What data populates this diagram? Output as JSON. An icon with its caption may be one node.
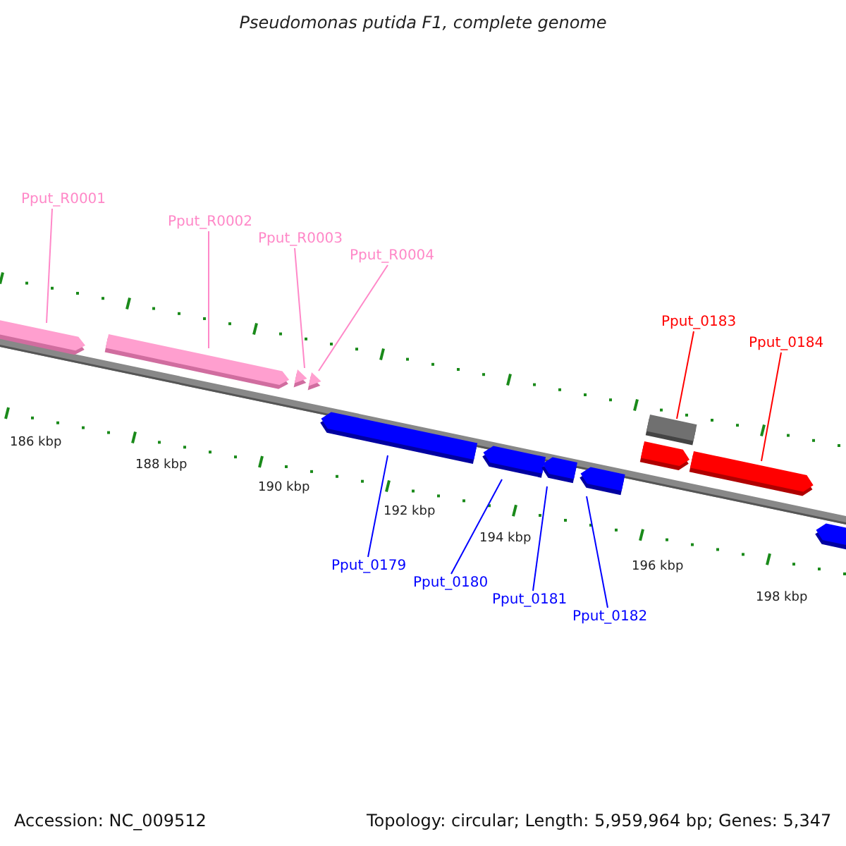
{
  "diagram": {
    "title": "Pseudomonas putida F1, complete genome",
    "nodes": [
      {
        "text": [
          "Pput_R0001"
        ]
      },
      {
        "text": [
          "Pput_R0002"
        ]
      },
      {
        "text": [
          "Pput_R0003"
        ]
      },
      {
        "text": [
          "Pput_R0004"
        ]
      },
      {
        "text": [],
        "shape": "pentagon"
      },
      {
        "text": [],
        "shape": "pentagon"
      },
      {
        "text": [],
        "shape": "triangle"
      },
      {
        "text": [],
        "shape": "triangle"
      },
      {
        "text": [
          "Pput_0183"
        ]
      },
      {
        "text": [
          "Pput_0184"
        ]
      },
      {
        "text": [],
        "shape": "box"
      },
      {
        "text": [],
        "shape": "pentagon"
      },
      {
        "text": [],
        "shape": "pentagon"
      },
      {
        "text": [],
        "shape": "pentagon"
      },
      {
        "text": [],
        "shape": "pentagon"
      },
      {
        "text": [],
        "shape": "pentagon"
      },
      {
        "text": [],
        "shape": "pentagon"
      },
      {
        "text": [],
        "shape": "pentagon"
      },
      {
        "text": [
          "Pput_0179"
        ]
      },
      {
        "text": [
          "Pput_0180"
        ]
      },
      {
        "text": [
          "Pput_0181"
        ]
      },
      {
        "text": [
          "Pput_0182"
        ]
      }
    ],
    "edges": [
      {
        "from": 0,
        "to": 4,
        "arrow": "none",
        "color": "#ff88c8"
      },
      {
        "from": 1,
        "to": 5,
        "arrow": "none",
        "color": "#ff88c8"
      },
      {
        "from": 2,
        "to": 6,
        "arrow": "none",
        "color": "#ff88c8"
      },
      {
        "from": 3,
        "to": 7,
        "arrow": "none",
        "color": "#ff88c8"
      },
      {
        "from": 8,
        "to": 10,
        "arrow": "none",
        "color": "#ff0000"
      },
      {
        "from": 9,
        "to": 12,
        "arrow": "none",
        "color": "#ff0000"
      },
      {
        "from": 18,
        "to": 13,
        "arrow": "none",
        "color": "#0000ff"
      },
      {
        "from": 19,
        "to": 14,
        "arrow": "none",
        "color": "#0000ff"
      },
      {
        "from": 20,
        "to": 15,
        "arrow": "none",
        "color": "#0000ff"
      },
      {
        "from": 21,
        "to": 16,
        "arrow": "none",
        "color": "#0000ff"
      }
    ],
    "labels": [
      "186 kbp",
      "188 kbp",
      "190 kbp",
      "192 kbp",
      "194 kbp",
      "196 kbp",
      "198 kbp",
      "Accession: NC_009512",
      "Topology: circular; Length: 5,959,964 bp; Genes: 5,347"
    ]
  }
}
